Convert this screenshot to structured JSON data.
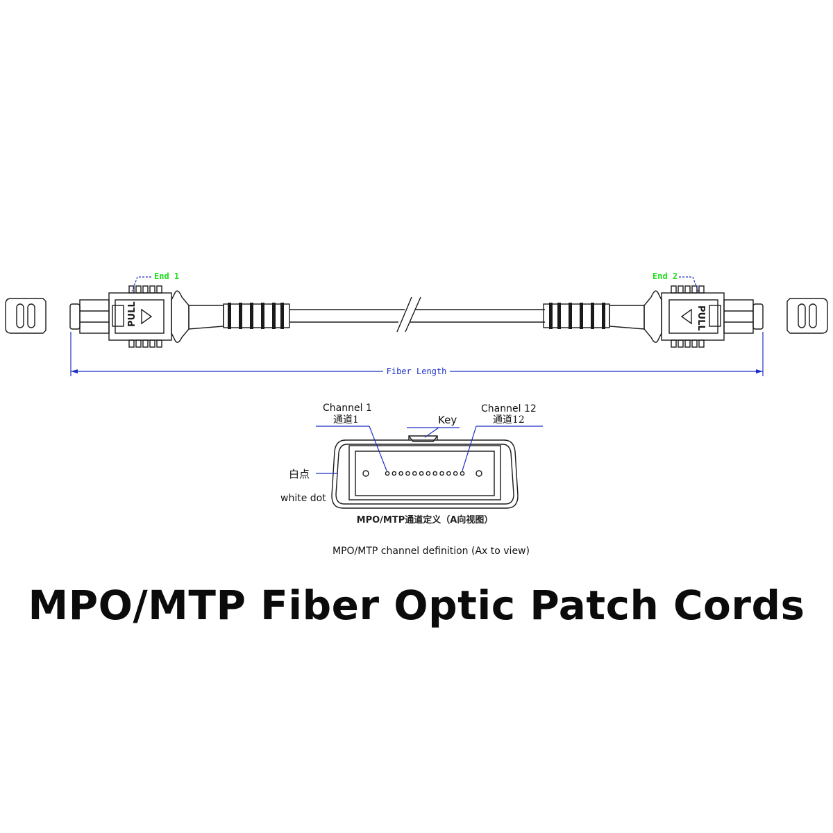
{
  "diagram": {
    "end1_label": "End 1",
    "end2_label": "End 2",
    "pull_label": "PULL",
    "fiber_length_label": "Fiber Length",
    "channel1_en": "Channel 1",
    "channel1_zh": "通道1",
    "channel12_en": "Channel 12",
    "channel12_zh": "通道12",
    "key_label": "Key",
    "white_dot_zh": "白点",
    "white_dot_en": "white dot",
    "definition_zh": "MPO/MTP通道定义（A向视图）",
    "definition_en": "MPO/MTP channel definition (Ax to view)",
    "fiber_count": 12
  },
  "title": "MPO/MTP Fiber Optic Patch Cords",
  "colors": {
    "line": "#1a1a1a",
    "callout_green": "#19e019",
    "dimension_blue": "#1a2ec8",
    "background": "#ffffff"
  }
}
